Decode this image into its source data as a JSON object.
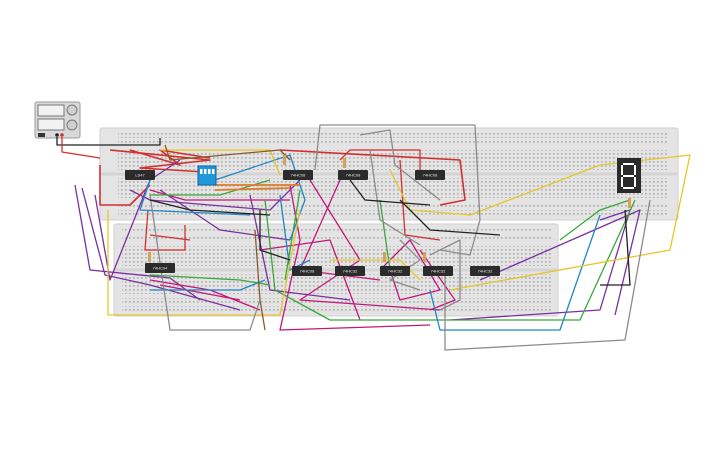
{
  "power_supply": {
    "icon": "power-supply-icon"
  },
  "chips": [
    {
      "label": "LS47"
    },
    {
      "label": "74HC08"
    },
    {
      "label": "74HC08"
    },
    {
      "label": "74HC08"
    },
    {
      "label": "74HC04"
    },
    {
      "label": "74HC08"
    },
    {
      "label": "74HC32"
    },
    {
      "label": "74HC32"
    },
    {
      "label": "74HC32"
    },
    {
      "label": "74HC32"
    }
  ],
  "dip_switch": {
    "icon": "dip-switch-icon"
  },
  "display": {
    "icon": "seven-segment-display-icon",
    "digit": "8"
  },
  "colors": {
    "breadboard": "#e4e4e4",
    "chip": "#2b2b2b",
    "wire_red": "#d32f2f",
    "wire_purple": "#7b2fa0",
    "wire_magenta": "#c2187a",
    "wire_green": "#3aa83a",
    "wire_blue": "#1e88c8",
    "wire_yellow": "#e6c62a",
    "wire_gray": "#8c8c8c",
    "wire_orange": "#e07b2a",
    "wire_black": "#222222",
    "wire_brown": "#8a5a2a"
  }
}
